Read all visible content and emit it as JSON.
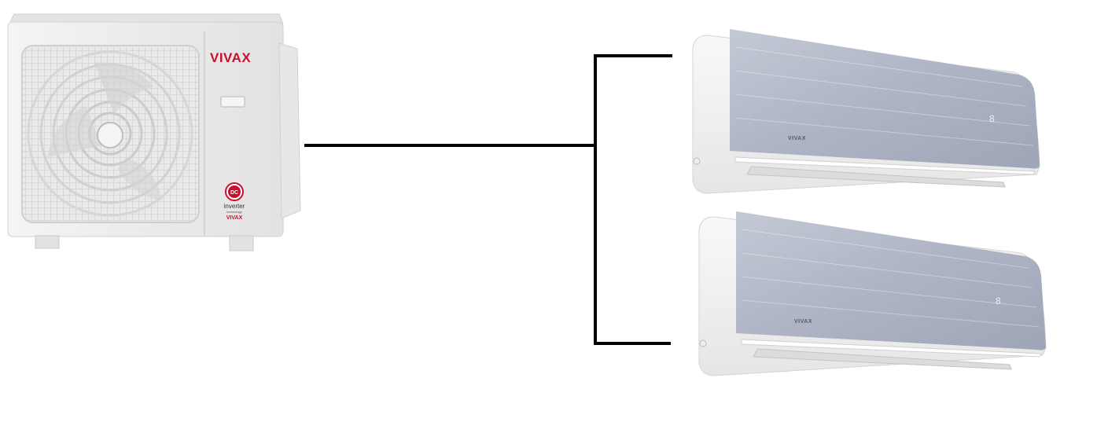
{
  "outdoor_unit": {
    "brand": "VIVAX",
    "badge_line1": "DC",
    "badge_line2": "inverter",
    "badge_line3": "technology",
    "badge_brand": "VIVAX"
  },
  "indoor_units": [
    {
      "brand": "VIVAX",
      "display": "8"
    },
    {
      "brand": "VIVAX",
      "display": "8"
    }
  ],
  "colors": {
    "outdoor_body": "#ececec",
    "indoor_panel": "#b3b9c8",
    "indoor_body": "#f3f3f3",
    "line": "#000000",
    "brand_red": "#c8102e"
  }
}
